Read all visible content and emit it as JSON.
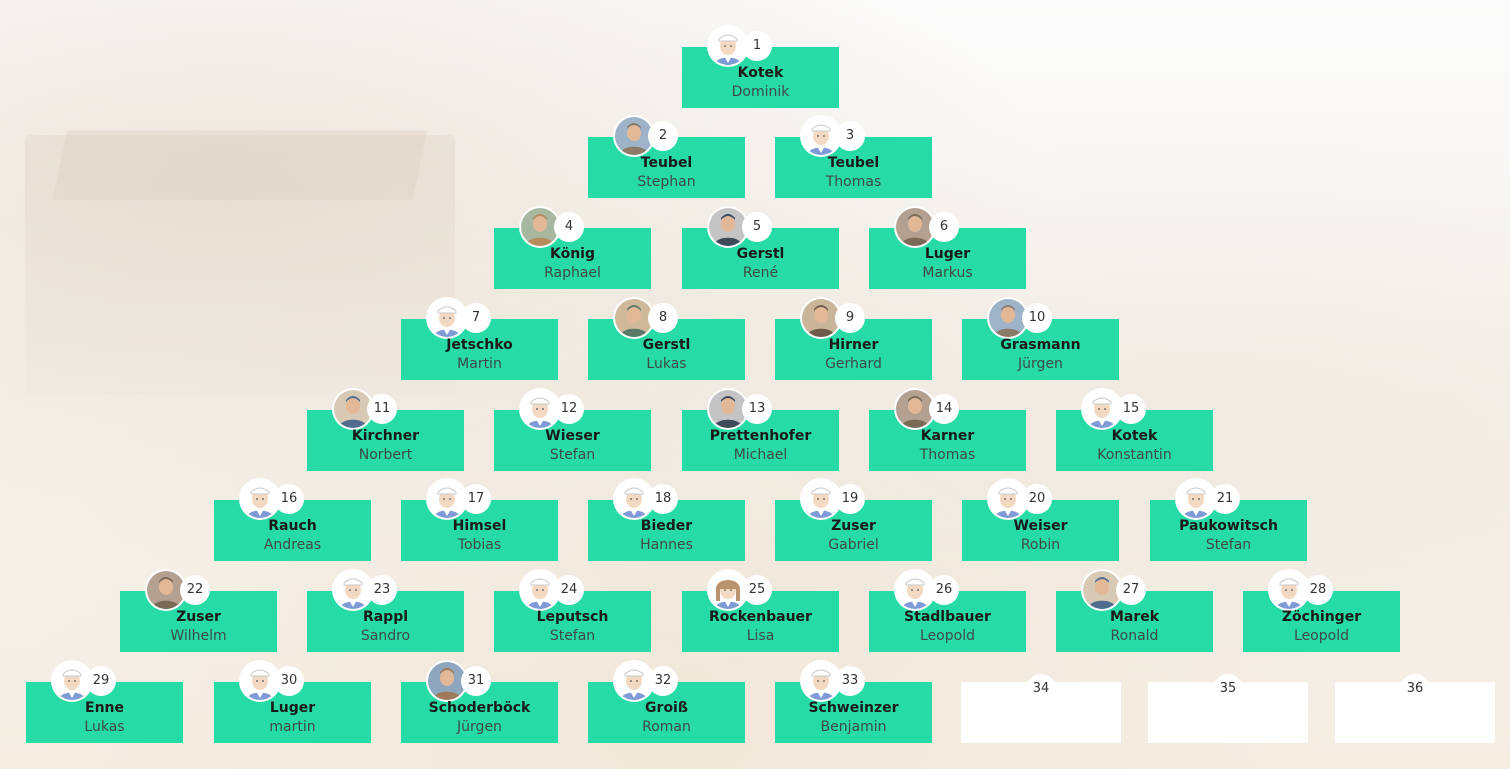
{
  "players": [
    {
      "rank": "1",
      "last": "Kotek",
      "first": "Dominik",
      "avatar": "default-avatar-icon"
    },
    {
      "rank": "2",
      "last": "Teubel",
      "first": "Stephan",
      "avatar": "photo-avatar"
    },
    {
      "rank": "3",
      "last": "Teubel",
      "first": "Thomas",
      "avatar": "default-avatar-icon"
    },
    {
      "rank": "4",
      "last": "König",
      "first": "Raphael",
      "avatar": "photo-avatar"
    },
    {
      "rank": "5",
      "last": "Gerstl",
      "first": "René",
      "avatar": "photo-avatar"
    },
    {
      "rank": "6",
      "last": "Luger",
      "first": "Markus",
      "avatar": "photo-avatar"
    },
    {
      "rank": "7",
      "last": "Jetschko",
      "first": "Martin",
      "avatar": "default-avatar-icon"
    },
    {
      "rank": "8",
      "last": "Gerstl",
      "first": "Lukas",
      "avatar": "photo-avatar"
    },
    {
      "rank": "9",
      "last": "Hirner",
      "first": "Gerhard",
      "avatar": "photo-avatar"
    },
    {
      "rank": "10",
      "last": "Grasmann",
      "first": "Jürgen",
      "avatar": "photo-avatar"
    },
    {
      "rank": "11",
      "last": "Kirchner",
      "first": "Norbert",
      "avatar": "photo-avatar"
    },
    {
      "rank": "12",
      "last": "Wieser",
      "first": "Stefan",
      "avatar": "default-avatar-icon"
    },
    {
      "rank": "13",
      "last": "Prettenhofer",
      "first": "Michael",
      "avatar": "photo-avatar"
    },
    {
      "rank": "14",
      "last": "Karner",
      "first": "Thomas",
      "avatar": "photo-avatar"
    },
    {
      "rank": "15",
      "last": "Kotek",
      "first": "Konstantin",
      "avatar": "default-avatar-icon"
    },
    {
      "rank": "16",
      "last": "Rauch",
      "first": "Andreas",
      "avatar": "default-avatar-icon"
    },
    {
      "rank": "17",
      "last": "Himsel",
      "first": "Tobias",
      "avatar": "default-avatar-icon"
    },
    {
      "rank": "18",
      "last": "Bieder",
      "first": "Hannes",
      "avatar": "default-avatar-icon"
    },
    {
      "rank": "19",
      "last": "Zuser",
      "first": "Gabriel",
      "avatar": "default-avatar-icon"
    },
    {
      "rank": "20",
      "last": "Weiser",
      "first": "Robin",
      "avatar": "default-avatar-icon"
    },
    {
      "rank": "21",
      "last": "Paukowitsch",
      "first": "Stefan",
      "avatar": "default-avatar-icon"
    },
    {
      "rank": "22",
      "last": "Zuser",
      "first": "Wilhelm",
      "avatar": "photo-avatar"
    },
    {
      "rank": "23",
      "last": "Rappl",
      "first": "Sandro",
      "avatar": "default-avatar-icon"
    },
    {
      "rank": "24",
      "last": "Leputsch",
      "first": "Stefan",
      "avatar": "default-avatar-icon"
    },
    {
      "rank": "25",
      "last": "Rockenbauer",
      "first": "Lisa",
      "avatar": "default-avatar-female-icon"
    },
    {
      "rank": "26",
      "last": "Stadlbauer",
      "first": "Leopold",
      "avatar": "default-avatar-icon"
    },
    {
      "rank": "27",
      "last": "Marek",
      "first": "Ronald",
      "avatar": "photo-avatar"
    },
    {
      "rank": "28",
      "last": "Zöchinger",
      "first": "Leopold",
      "avatar": "default-avatar-icon"
    },
    {
      "rank": "29",
      "last": "Enne",
      "first": "Lukas",
      "avatar": "default-avatar-icon"
    },
    {
      "rank": "30",
      "last": "Luger",
      "first": "martin",
      "avatar": "default-avatar-icon"
    },
    {
      "rank": "31",
      "last": "Schoderböck",
      "first": "Jürgen",
      "avatar": "photo-avatar"
    },
    {
      "rank": "32",
      "last": "Groiß",
      "first": "Roman",
      "avatar": "default-avatar-icon"
    },
    {
      "rank": "33",
      "last": "Schweinzer",
      "first": "Benjamin",
      "avatar": "default-avatar-icon"
    },
    {
      "rank": "34",
      "last": "",
      "first": "",
      "avatar": ""
    },
    {
      "rank": "35",
      "last": "",
      "first": "",
      "avatar": ""
    },
    {
      "rank": "36",
      "last": "",
      "first": "",
      "avatar": ""
    }
  ],
  "colors": {
    "card": "#26dba6",
    "empty_card": "#ffffff",
    "avatar_shirt": "#7f9ad6",
    "avatar_skin": "#f3d9c1"
  }
}
